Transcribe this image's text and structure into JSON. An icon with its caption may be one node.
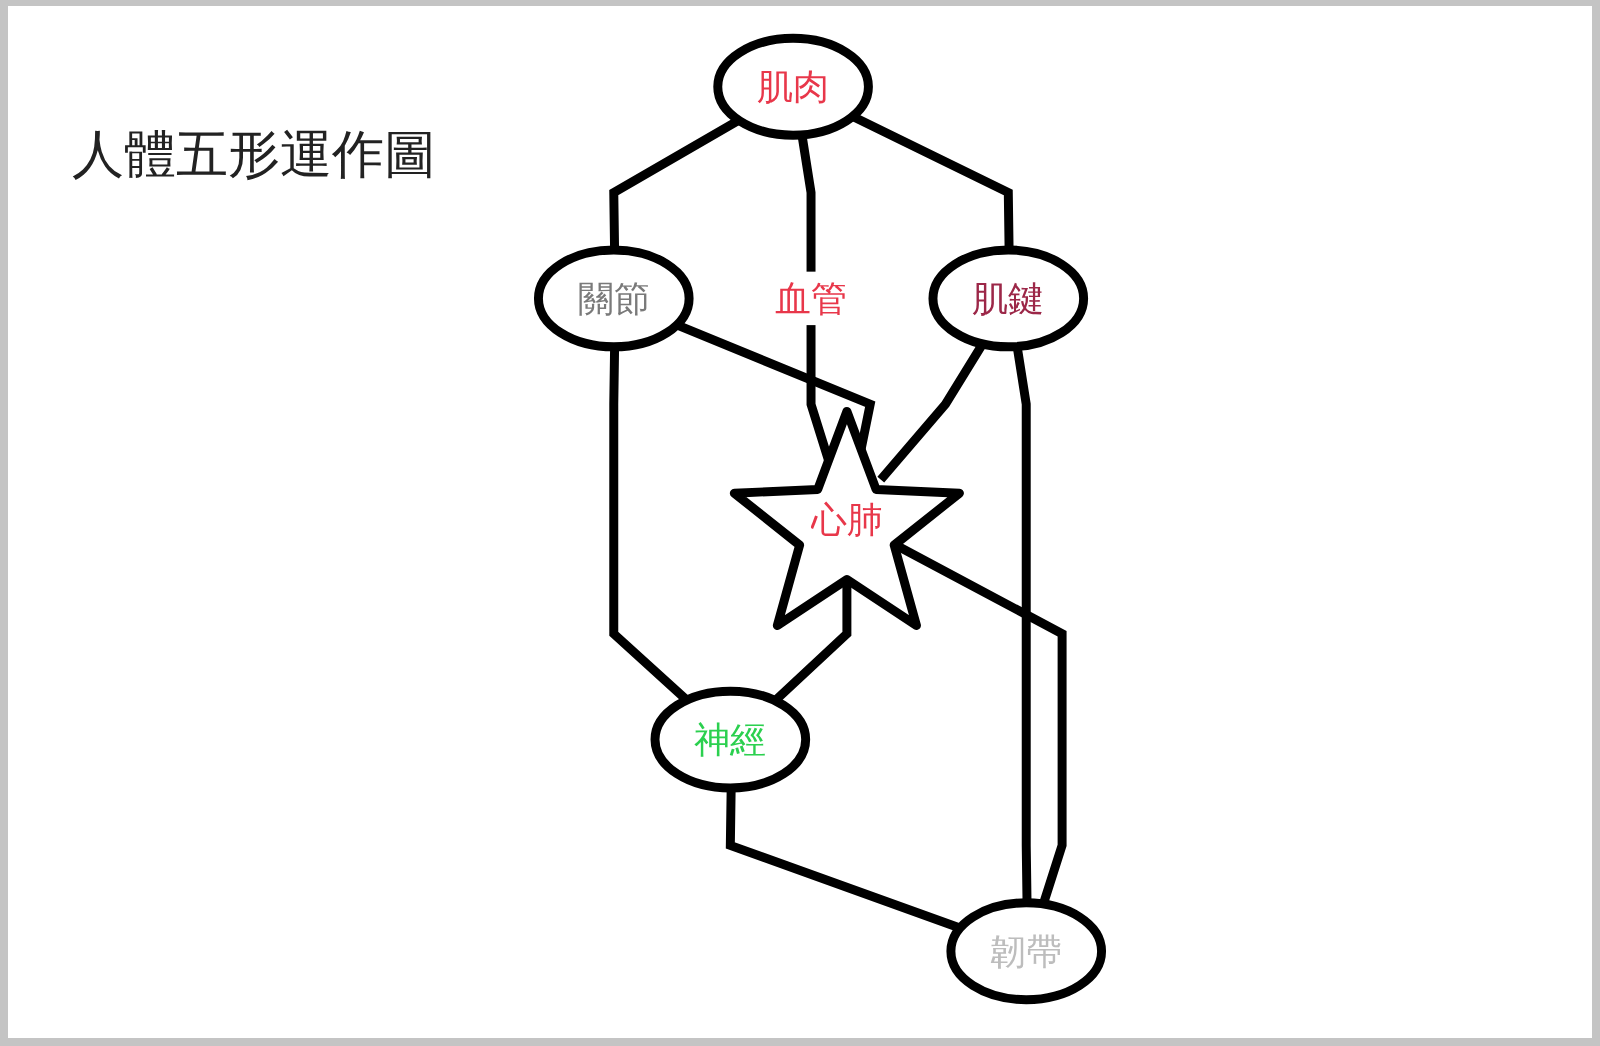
{
  "diagram": {
    "title": "人體五形運作圖",
    "nodes": [
      {
        "text": [
          "肌肉"
        ]
      },
      {
        "text": [
          "關節"
        ]
      },
      {
        "text": [
          "肌鍵"
        ]
      },
      {
        "text": [
          "心肺"
        ]
      },
      {
        "text": [
          "神經"
        ]
      },
      {
        "text": [
          "韌帶"
        ]
      }
    ],
    "edges": [
      {
        "from": 0,
        "to": 1,
        "arrow": "none"
      },
      {
        "from": 1,
        "to": 4,
        "arrow": "none"
      },
      {
        "from": 4,
        "to": 5,
        "arrow": "none"
      },
      {
        "from": 2,
        "to": 5,
        "arrow": "none"
      },
      {
        "from": 0,
        "to": 2,
        "arrow": "none"
      },
      {
        "from": 0,
        "to": 3,
        "arrow": "none",
        "label": "血管"
      },
      {
        "from": 1,
        "to": 3,
        "arrow": "none"
      },
      {
        "from": 2,
        "to": 3,
        "arrow": "none"
      },
      {
        "from": 3,
        "to": 4,
        "arrow": "none"
      },
      {
        "from": 3,
        "to": 5,
        "arrow": "none"
      }
    ]
  }
}
